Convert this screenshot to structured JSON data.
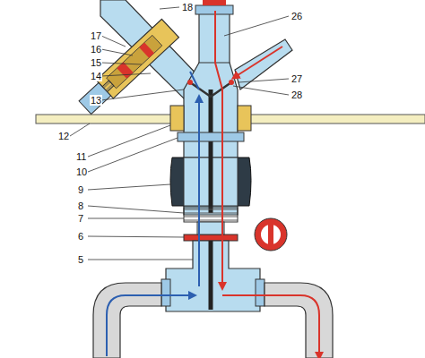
{
  "diagram": {
    "labels": [
      "18",
      "17",
      "16",
      "15",
      "14",
      "13",
      "12",
      "11",
      "10",
      "9",
      "8",
      "7",
      "6",
      "5",
      "26",
      "27",
      "28"
    ]
  }
}
